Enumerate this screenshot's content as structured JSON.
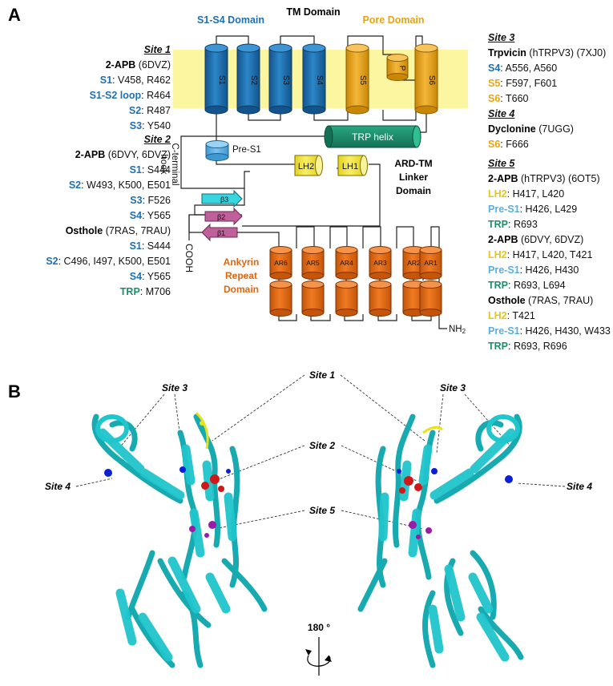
{
  "panels": {
    "a": "A",
    "b": "B"
  },
  "colors": {
    "s1s4": "#1f6fb3",
    "pore": "#e8a412",
    "trp": "#1a8f6b",
    "pres1": "#5aaee0",
    "lh": "#f2e43a",
    "beta3": "#38d4e0",
    "beta12": "#c0609a",
    "ankyrin": "#e0650f",
    "membrane": "#fcf6a0",
    "protein": "#1fc6cc"
  },
  "diagram": {
    "tm_domain": "TM Domain",
    "s1s4_domain": "S1-S4 Domain",
    "pore_domain": "Pore Domain",
    "helices": [
      "S1",
      "S2",
      "S3",
      "S4",
      "S5",
      "P",
      "S6"
    ],
    "trp_helix": "TRP helix",
    "pre_s1": "Pre-S1",
    "lh2": "LH2",
    "lh1": "LH1",
    "c_terminal_hook": [
      "C-terminal",
      "hook"
    ],
    "ard_tm": [
      "ARD-TM",
      "Linker",
      "Domain"
    ],
    "betas": [
      "β3",
      "β2",
      "β1"
    ],
    "cooh": "COOH",
    "ankyrin": [
      "Ankyrin",
      "Repeat",
      "Domain"
    ],
    "ar_labels": [
      "AR6",
      "AR5",
      "AR4",
      "AR3",
      "AR2",
      "AR1"
    ],
    "nh2": "NH",
    "nh2_sub": "2"
  },
  "site1": {
    "title": "Site 1",
    "rows": [
      {
        "a": "2-APB",
        "b": " (6DVZ)"
      },
      {
        "a": "S1",
        "b": ": V458, R462"
      },
      {
        "a": "S1-S2 loop",
        "b": ": R464"
      },
      {
        "a": "S2",
        "b": ": R487"
      },
      {
        "a": "S3",
        "b": ": Y540"
      }
    ]
  },
  "site2": {
    "title": "Site 2",
    "rows": [
      {
        "a": "2-APB",
        "b": " (6DVY, 6DVZ)"
      },
      {
        "a": "S1",
        "b": ": S444"
      },
      {
        "a": "S2",
        "b": ": W493, K500, E501"
      },
      {
        "a": "S3",
        "b": ": F526"
      },
      {
        "a": "S4",
        "b": ": Y565"
      },
      {
        "a": "Osthole",
        "b": " (7RAS, 7RAU)"
      },
      {
        "a": "S1",
        "b": ": S444"
      },
      {
        "a": "S2",
        "b": ": C496, I497, K500, E501"
      },
      {
        "a": "S4",
        "b": ": Y565"
      },
      {
        "a": "TRP",
        "b": ": M706"
      }
    ]
  },
  "site3": {
    "title": "Site 3",
    "rows": [
      {
        "a": "Trpvicin",
        "b": " (hTRPV3) (7XJ0)"
      },
      {
        "a": "S4",
        "b": ": A556, A560"
      },
      {
        "a": "S5",
        "b": ": F597, F601"
      },
      {
        "a": "S6",
        "b": ": T660"
      }
    ]
  },
  "site4": {
    "title": "Site 4",
    "rows": [
      {
        "a": "Dyclonine",
        "b": " (7UGG)"
      },
      {
        "a": "S6",
        "b": ": F666"
      }
    ]
  },
  "site5": {
    "title": "Site 5",
    "rows": [
      {
        "a": "2-APB",
        "b": " (hTRPV3) (6OT5)"
      },
      {
        "a": "LH2",
        "b": ": H417, L420"
      },
      {
        "a": "Pre-S1",
        "b": ": H426, L429"
      },
      {
        "a": "TRP",
        "b": ": R693"
      },
      {
        "a": "2-APB",
        "b": " (6DVY, 6DVZ)"
      },
      {
        "a": "LH2",
        "b": ": H417, L420, T421"
      },
      {
        "a": "Pre-S1",
        "b": ": H426, H430"
      },
      {
        "a": "TRP",
        "b": ": R693, L694"
      },
      {
        "a": "Osthole",
        "b": " (7RAS, 7RAU)"
      },
      {
        "a": "LH2",
        "b": ": T421"
      },
      {
        "a": "Pre-S1",
        "b": ": H426, H430, W433"
      },
      {
        "a": "TRP",
        "b": ": R693, R696"
      }
    ]
  },
  "panel_b": {
    "site_labels": {
      "site1": "Site 1",
      "site2": "Site 2",
      "site3": "Site 3",
      "site4": "Site 4",
      "site5": "Site 5"
    },
    "rotation": "180 °"
  }
}
